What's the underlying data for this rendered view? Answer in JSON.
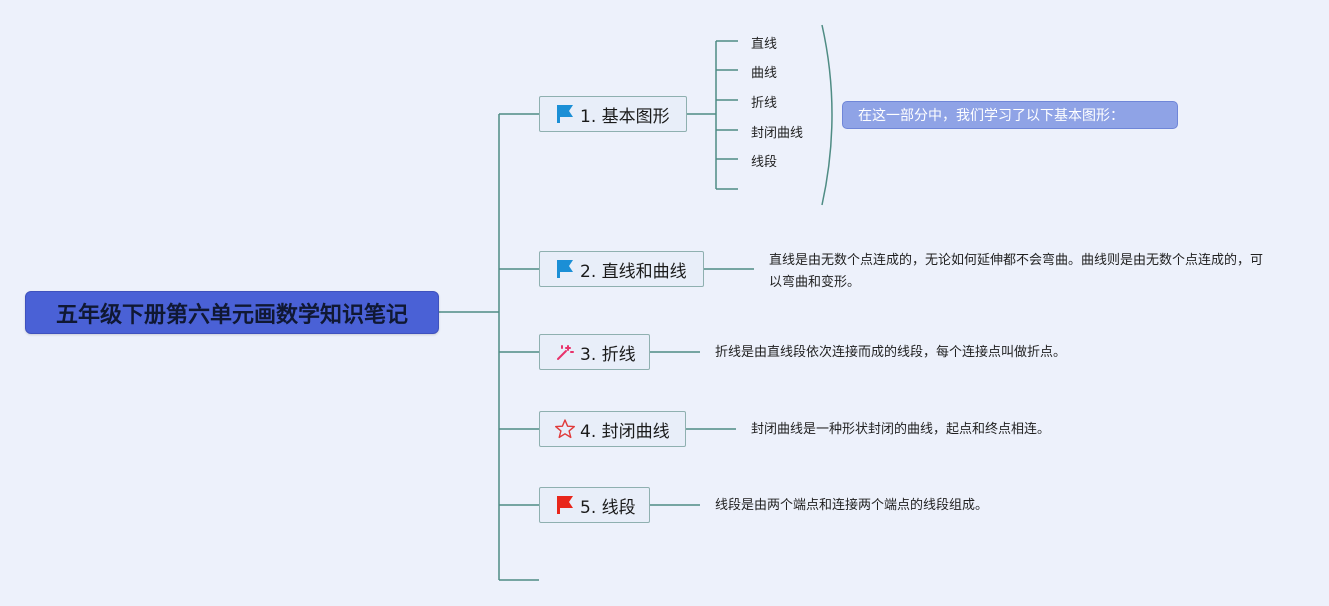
{
  "root": {
    "label": "五年级下册第六单元画数学知识笔记"
  },
  "topics": [
    {
      "label": "1. 基本图形",
      "icon": "blue-flag-icon"
    },
    {
      "label": "2. 直线和曲线",
      "icon": "blue-flag-icon"
    },
    {
      "label": "3. 折线",
      "icon": "sparkle-icon"
    },
    {
      "label": "4. 封闭曲线",
      "icon": "star-outline-icon"
    },
    {
      "label": "5. 线段",
      "icon": "red-flag-icon"
    }
  ],
  "subtopics": [
    "直线",
    "曲线",
    "折线",
    "封闭曲线",
    "线段",
    ""
  ],
  "summary": {
    "label": "在这一部分中，我们学习了以下基本图形："
  },
  "notes": [
    "直线是由无数个点连成的，无论如何延伸都不会弯曲。曲线则是由无数个点连成的，可以弯曲和变形。",
    "折线是由直线段依次连接而成的线段，每个连接点叫做折点。",
    "封闭曲线是一种形状封闭的曲线，起点和终点相连。",
    "线段是由两个端点和连接两个端点的线段组成。"
  ],
  "colors": {
    "background": "#edf1fb",
    "root": "#4a61d6",
    "connector": "#4f8c84",
    "summary": "#8fa3e6",
    "blue_flag": "#1b8fd6",
    "red_flag": "#e8261b",
    "star": "#e03a3a",
    "sparkle": "#e8336b"
  }
}
